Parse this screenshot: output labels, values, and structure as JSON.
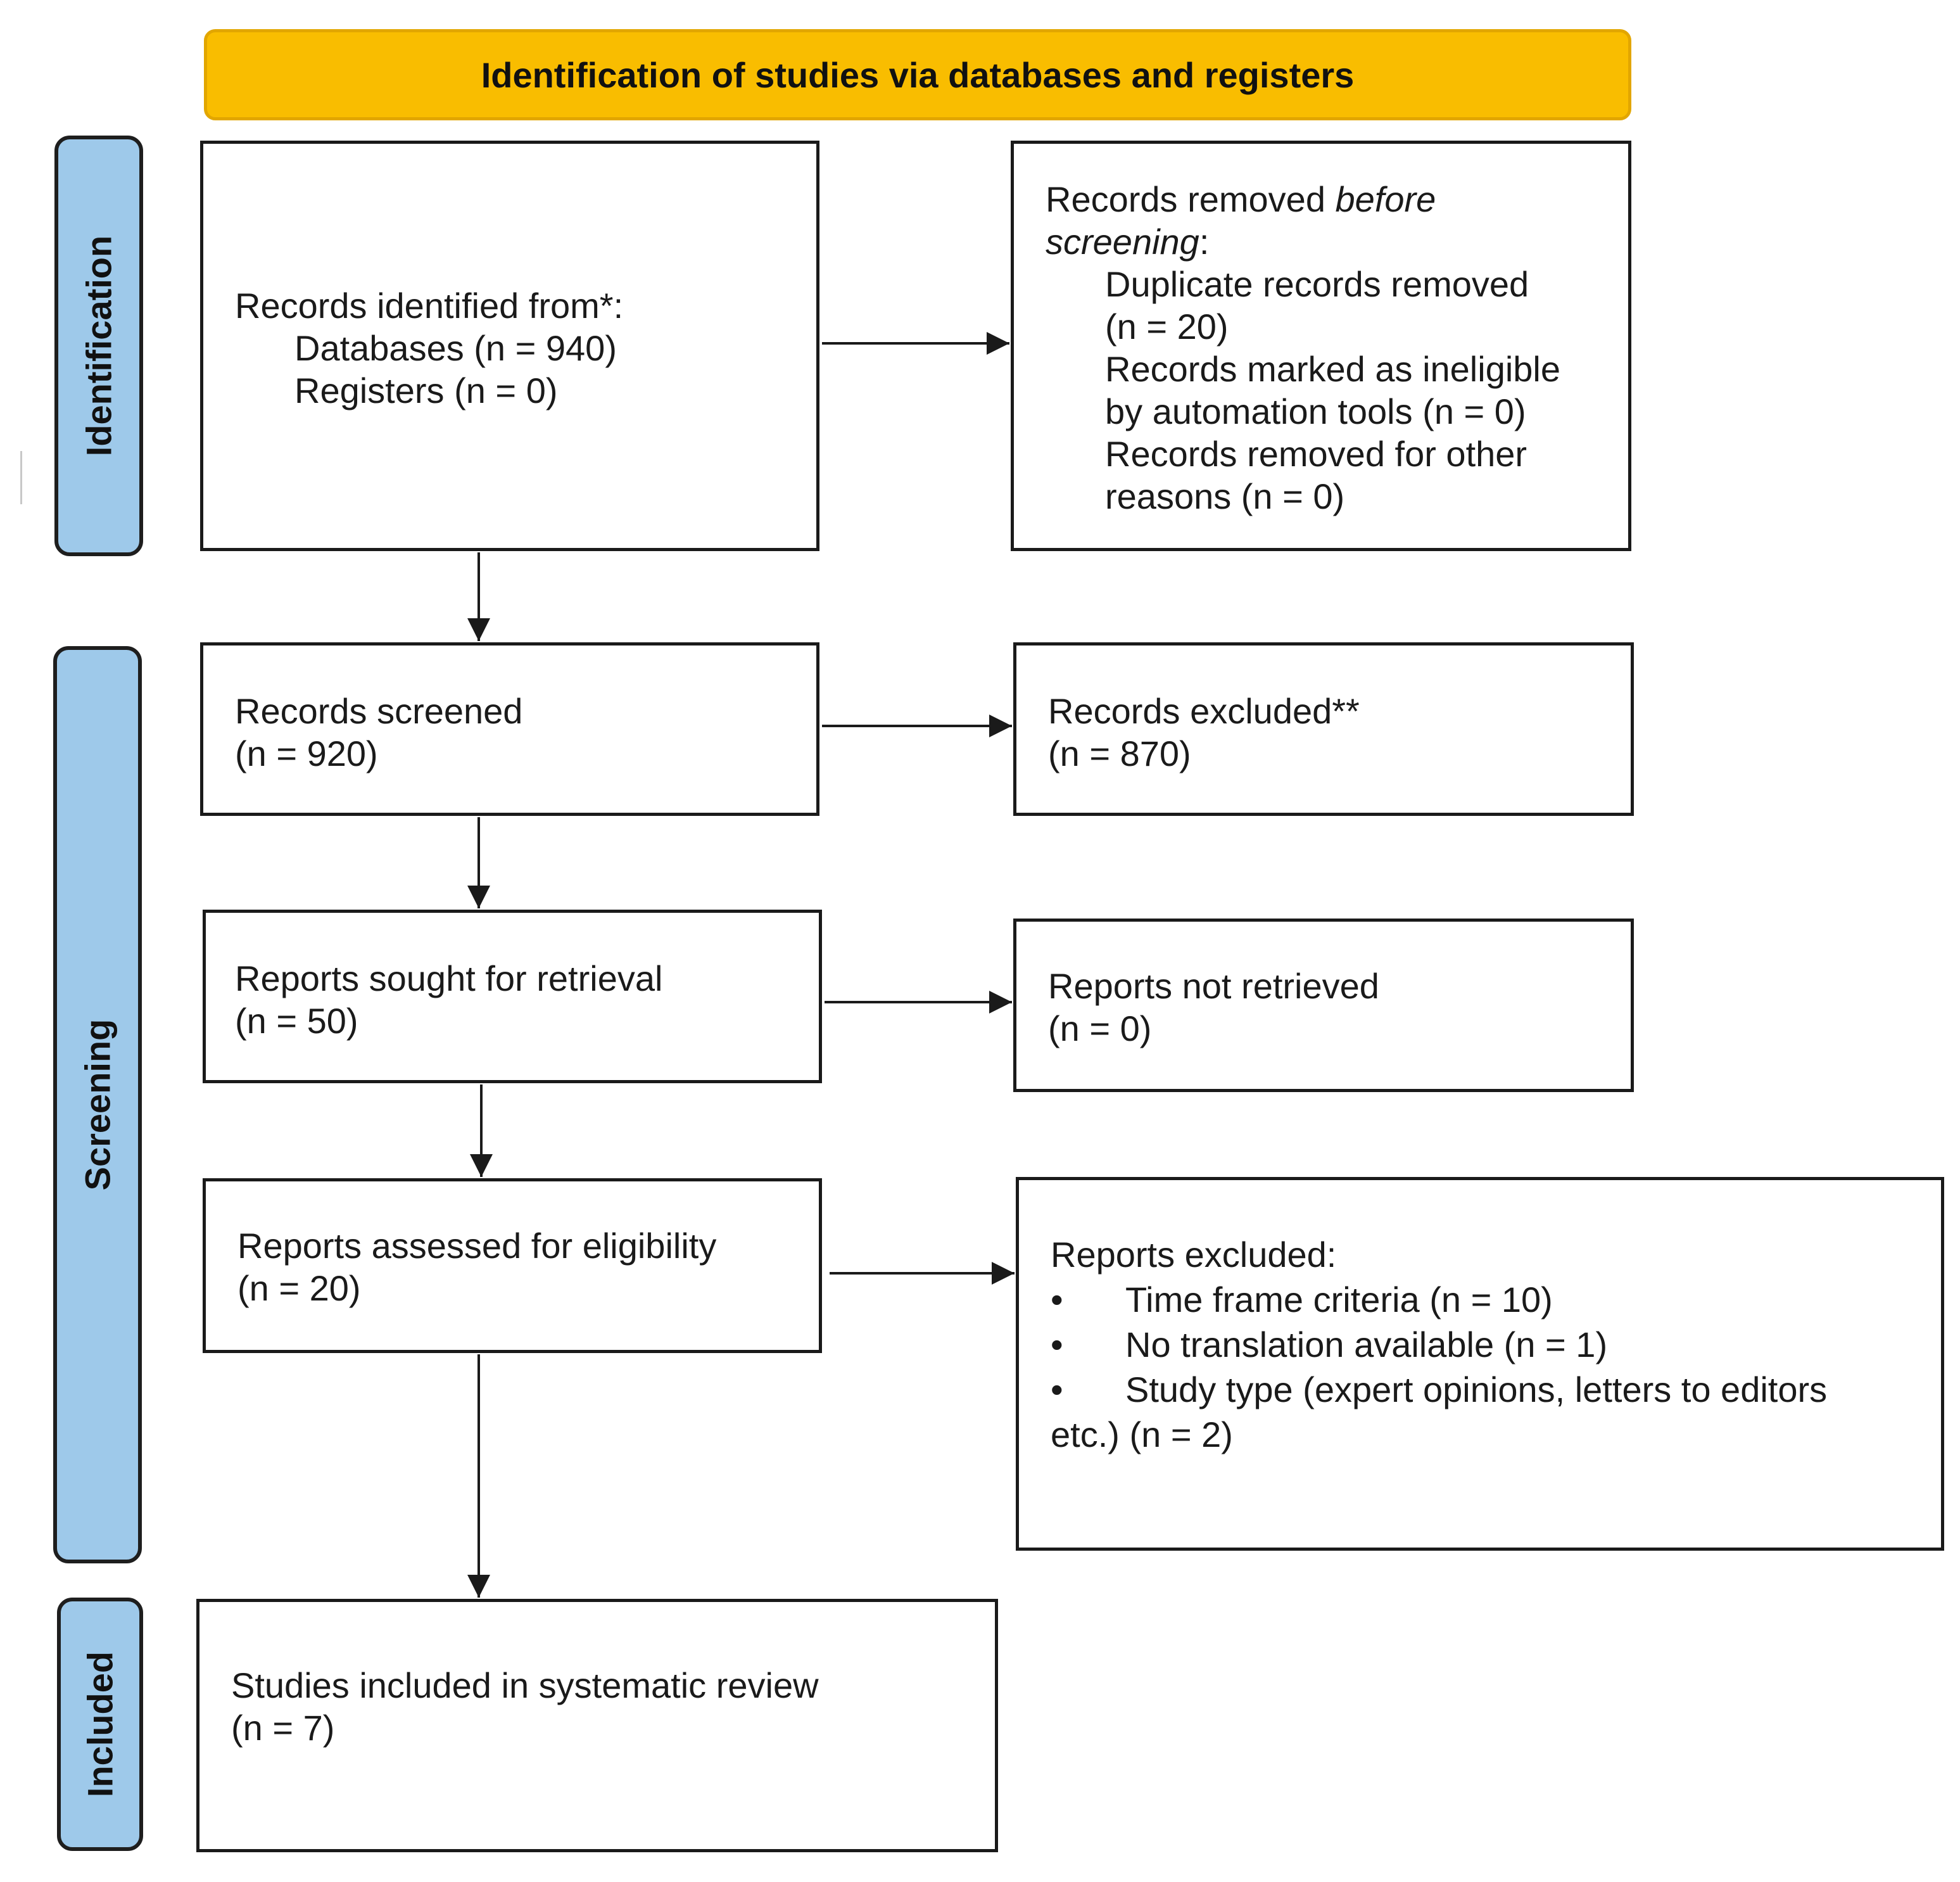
{
  "header": {
    "title": "Identification of studies via databases and registers"
  },
  "phases": {
    "identification": "Identification",
    "screening": "Screening",
    "included": "Included"
  },
  "boxes": {
    "records_identified": {
      "title": "Records identified from*:",
      "databases": "Databases (n = 940)",
      "registers": "Registers (n = 0)"
    },
    "records_removed": {
      "line1_plain": "Records removed ",
      "line1_italic": "before",
      "line2_italic": "screening",
      "line2_plain": ":",
      "items": [
        "Duplicate records removed",
        "(n = 20)",
        "Records marked as ineligible",
        "by automation tools (n = 0)",
        "Records removed for other",
        "reasons (n = 0)"
      ]
    },
    "records_screened": {
      "title": "Records screened",
      "count": "(n = 920)"
    },
    "records_excluded": {
      "title": "Records excluded**",
      "count": "(n = 870)"
    },
    "reports_sought": {
      "title": "Reports sought for retrieval",
      "count": "(n = 50)"
    },
    "reports_not_retrieved": {
      "title": "Reports not retrieved",
      "count": "(n = 0)"
    },
    "reports_assessed": {
      "title": "Reports assessed for eligibility",
      "count": "(n = 20)"
    },
    "reports_excluded": {
      "title": "Reports excluded:",
      "bullets": [
        "Time frame criteria (n = 10)",
        "No translation available (n = 1)",
        "Study type (expert opinions, letters to editors"
      ],
      "bullet_continuation": "etc.) (n = 2)"
    },
    "studies_included": {
      "title": "Studies included in systematic review",
      "count": "(n = 7)"
    }
  },
  "colors": {
    "header": "#f9bd00",
    "phase": "#9ec9ea",
    "border": "#1a1a1a"
  }
}
